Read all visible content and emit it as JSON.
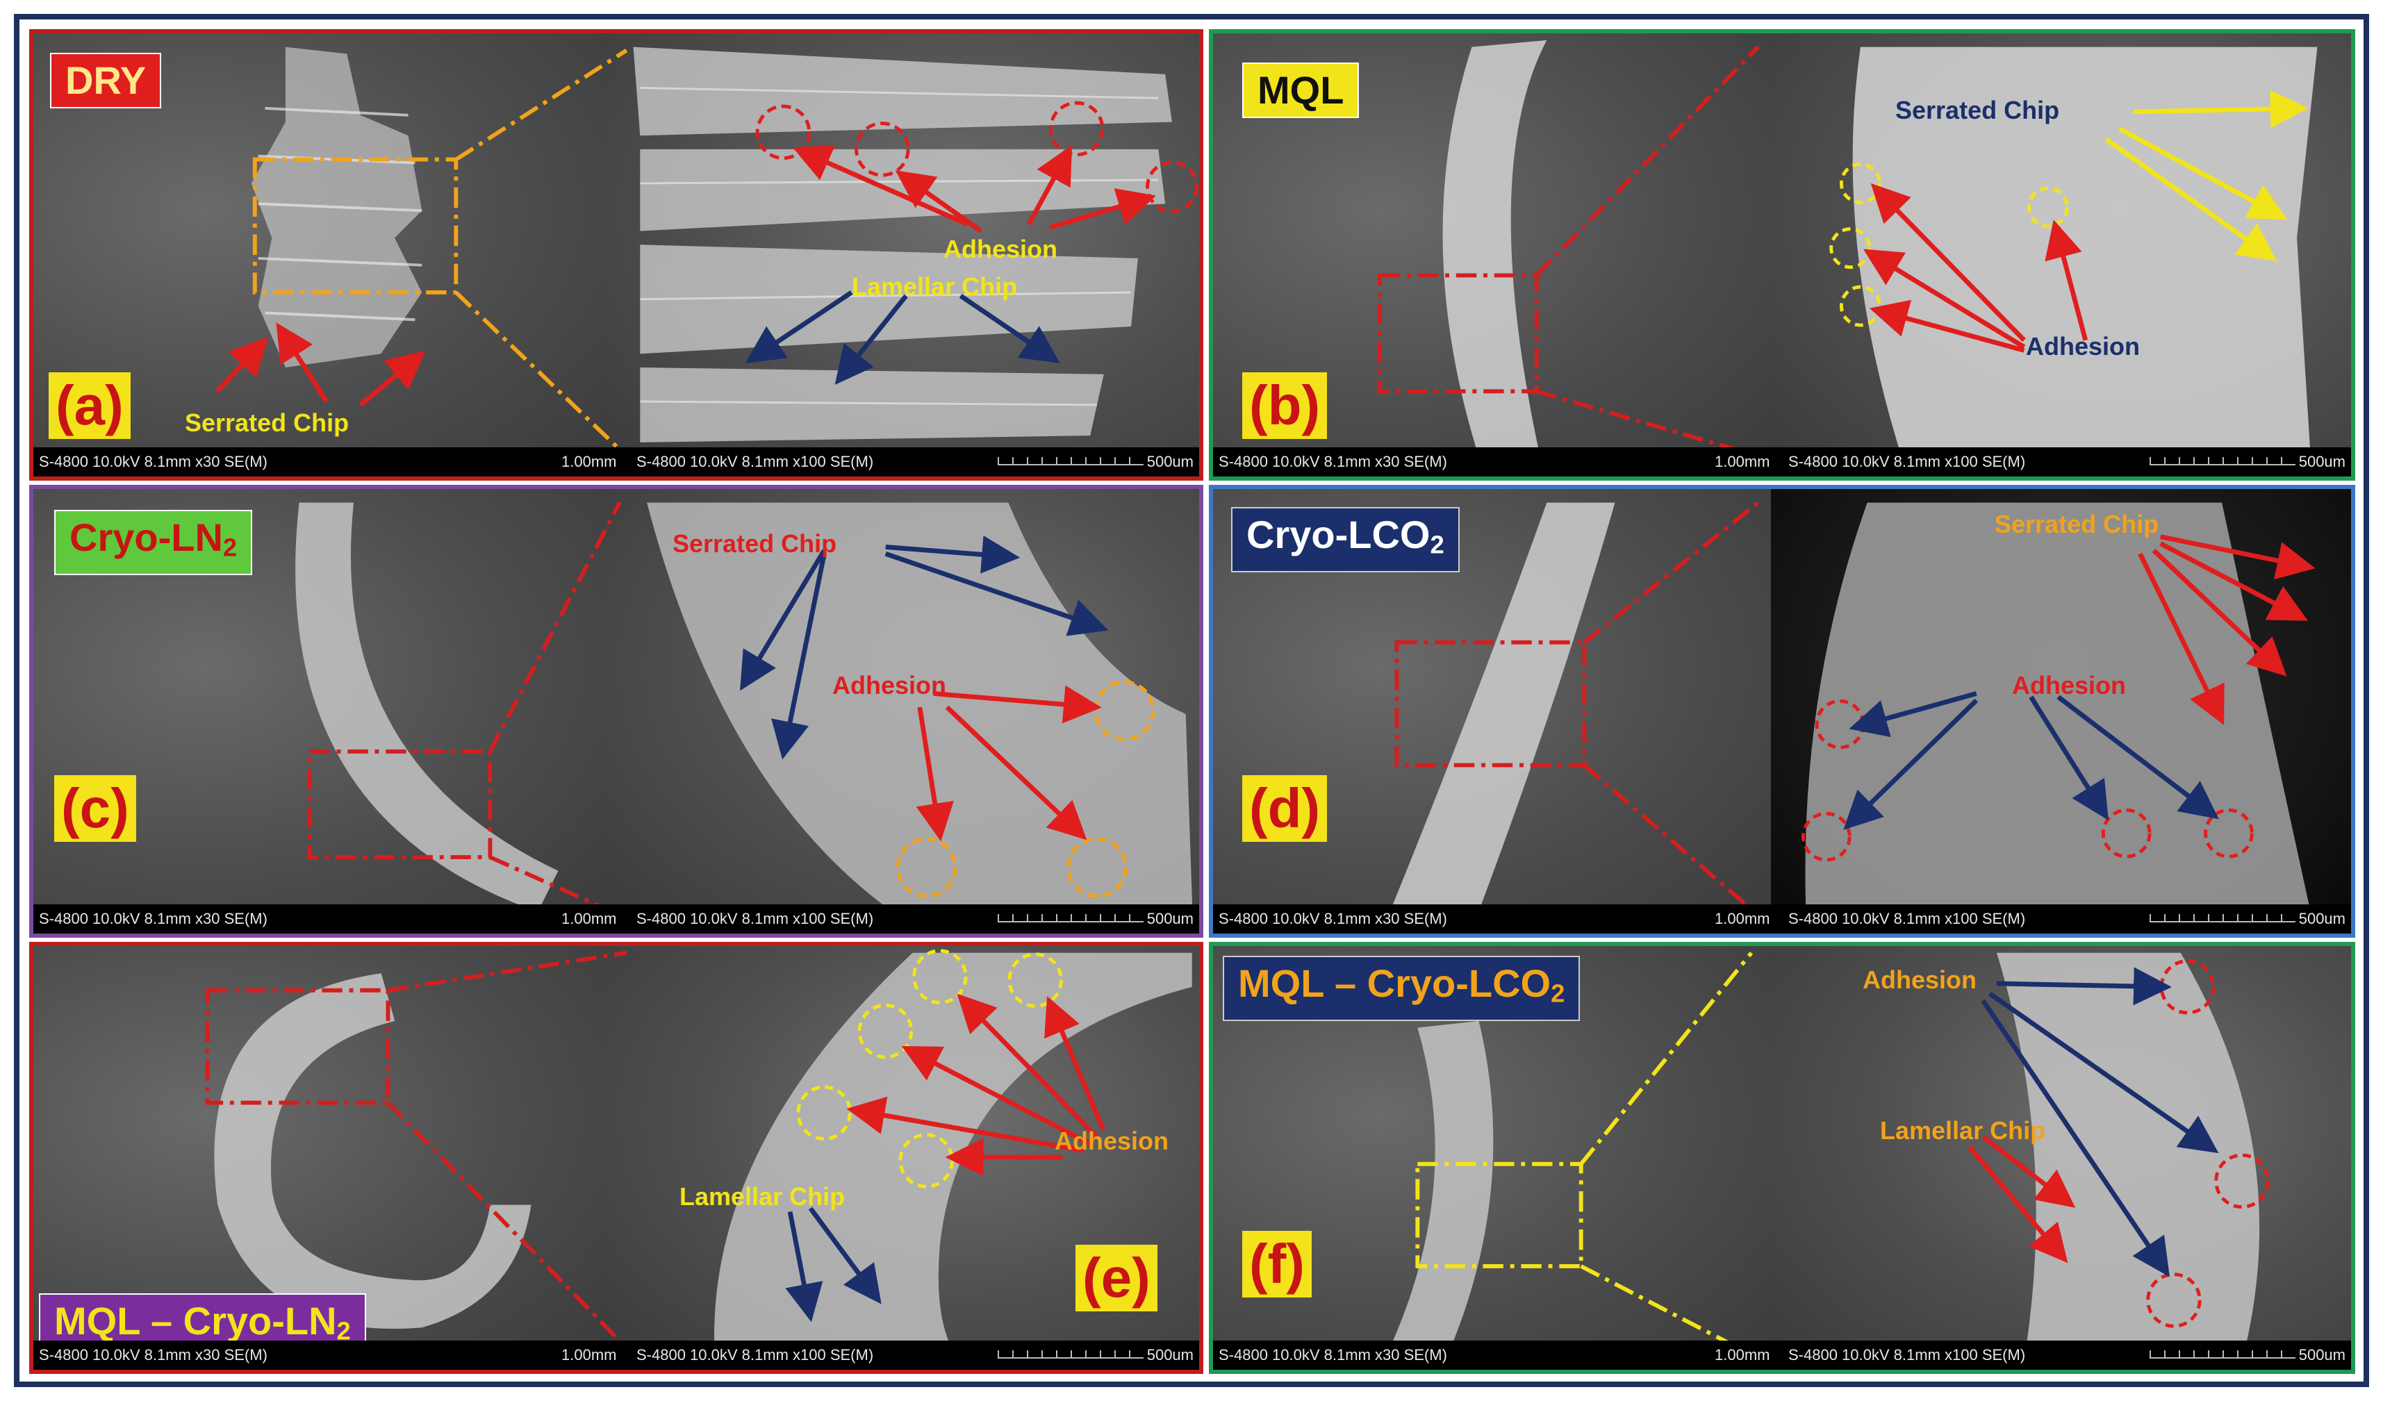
{
  "panels": [
    {
      "id": "a",
      "condition_label": "DRY",
      "letter": "(a)",
      "annotations": [
        "Adhesion",
        "Lamellar Chip",
        "Serrated Chip"
      ],
      "status_left": "S-4800 10.0kV 8.1mm x30 SE(M)",
      "scale_left": "1.00mm",
      "status_right": "S-4800 10.0kV 8.1mm x100 SE(M)",
      "scale_right": "500um"
    },
    {
      "id": "b",
      "condition_label": "MQL",
      "letter": "(b)",
      "annotations": [
        "Serrated Chip",
        "Adhesion"
      ],
      "status_left": "S-4800 10.0kV 8.1mm x30 SE(M)",
      "scale_left": "1.00mm",
      "status_right": "S-4800 10.0kV 8.1mm x100 SE(M)",
      "scale_right": "500um"
    },
    {
      "id": "c",
      "condition_label": "Cryo-LN",
      "condition_sub": "2",
      "letter": "(c)",
      "annotations": [
        "Serrated Chip",
        "Adhesion"
      ],
      "status_left": "S-4800 10.0kV 8.1mm x30 SE(M)",
      "scale_left": "1.00mm",
      "status_right": "S-4800 10.0kV 8.1mm x100 SE(M)",
      "scale_right": "500um"
    },
    {
      "id": "d",
      "condition_label": "Cryo-LCO",
      "condition_sub": "2",
      "letter": "(d)",
      "annotations": [
        "Serrated Chip",
        "Adhesion"
      ],
      "status_left": "S-4800 10.0kV 8.1mm x30 SE(M)",
      "scale_left": "1.00mm",
      "status_right": "S-4800 10.0kV 8.1mm x100 SE(M)",
      "scale_right": "500um"
    },
    {
      "id": "e",
      "condition_label": "MQL – Cryo-LN",
      "condition_sub": "2",
      "letter": "(e)",
      "annotations": [
        "Adhesion",
        "Lamellar Chip"
      ],
      "status_left": "S-4800 10.0kV 8.1mm x30 SE(M)",
      "scale_left": "1.00mm",
      "status_right": "S-4800 10.0kV 8.1mm x100 SE(M)",
      "scale_right": "500um"
    },
    {
      "id": "f",
      "condition_label": "MQL – Cryo-LCO",
      "condition_sub": "2",
      "letter": "(f)",
      "annotations": [
        "Adhesion",
        "Lamellar Chip"
      ],
      "status_left": "S-4800 10.0kV 8.1mm x30 SE(M)",
      "scale_left": "1.00mm",
      "status_right": "S-4800 10.0kV 8.1mm x100 SE(M)",
      "scale_right": "500um"
    }
  ],
  "colors": {
    "frame": "#1f2f5e",
    "red_border": "#c01d1d",
    "green_border": "#1f9a55",
    "purple_border": "#7a4aa0",
    "blue_border": "#3c78c8",
    "arrow_red": "#e01e1e",
    "arrow_navy": "#1a2f6b",
    "arrow_yellow": "#f2e41a",
    "label_dry_bg": "#e01e1e",
    "label_mql_bg": "#f2e41a",
    "label_ln2_bg": "#5fc83c",
    "label_lco2_bg": "#1a2f6b",
    "label_mql_ln2_bg": "#7b2d9e",
    "letter_bg": "#f4e21a",
    "letter_text": "#c81414"
  }
}
